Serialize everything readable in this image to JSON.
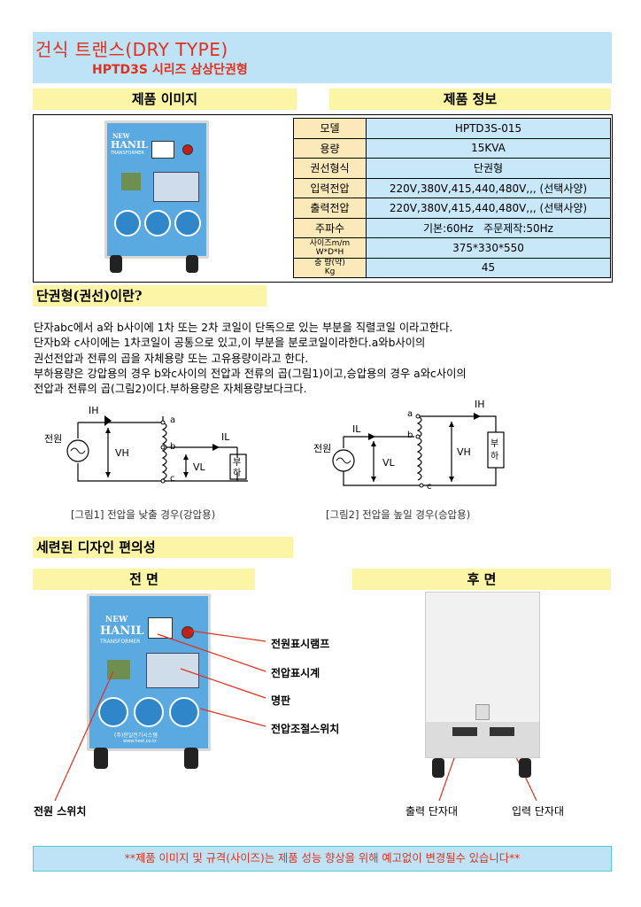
{
  "header": {
    "title": "건식 트랜스(DRY TYPE)",
    "subtitle": "HPTD3S 시리즈 삼상단권형"
  },
  "sections": {
    "image_heading": "제품 이미지",
    "info_heading": "제품 정보",
    "definition_heading": "단권형(권선)이란?",
    "design_heading": "세련된 디자인 편의성",
    "front_heading": "전 면",
    "rear_heading": "후 면"
  },
  "spec_table": [
    {
      "label": "모델",
      "value": "HPTD3S-015"
    },
    {
      "label": "용량",
      "value": "15KVA"
    },
    {
      "label": "권선형식",
      "value": "단권형"
    },
    {
      "label": "입력전압",
      "value": "220V,380V,415,440,480V,,, (선택사양)"
    },
    {
      "label": "출력전압",
      "value": "220V,380V,415,440,480V,,, (선택사양)"
    },
    {
      "label": "주파수",
      "value": "기본:60Hz   주문제작:50Hz"
    },
    {
      "label": "사이즈m/m\nW*D*H",
      "value": "375*330*550"
    },
    {
      "label": "중 량(약)\nKg",
      "value": "45"
    }
  ],
  "definition_text": [
    "단자abc에서 a와 b사이에 1차 또는 2차 코일이 단독으로 있는 부분을 직렬코일 이라고한다.",
    "단자b와 c사이에는 1차코일이 공통으로 있고,이 부분을 분로코일이라한다.a와b사이의",
    "권선전압과 전류의 곱을 자체용량 또는 고유용량이라고 한다.",
    "부하용량은 강압용의 경우 b와c사이의 전압과 전류의 곱(그림1)이고,승압용의 경우 a와c사이의",
    "전압과 전류의 곱(그림2)이다.부하용량은 자체용량보다크다."
  ],
  "circuit1": {
    "source": "전원",
    "ih": "IH",
    "vh": "VH",
    "il": "IL",
    "vl": "VL",
    "a": "a",
    "b": "b",
    "c": "c",
    "load": [
      "부",
      "하"
    ],
    "caption": "[그림1] 전압을 낮출 경우(강압용)"
  },
  "circuit2": {
    "source": "전원",
    "ih": "IH",
    "vh": "VH",
    "il": "IL",
    "vl": "VL",
    "a": "a",
    "b": "b",
    "c": "c",
    "load": [
      "부",
      "하"
    ],
    "caption": "[그림2] 전압을 높일 경우(승압용)"
  },
  "device_panel": {
    "brand_top": "NEW",
    "brand": "HANIL",
    "brand_sub": "TRANSFORMER",
    "company": "(주)한일전기시스템",
    "website": "www.hest.co.kr"
  },
  "front_callouts": [
    "전원표시램프",
    "전압표시계",
    "명판",
    "전압조절스위치",
    "전원 스위치"
  ],
  "rear_callouts": [
    "출력 단자대",
    "입력 단자대"
  ],
  "footer_note": "**제품 이미지 및 규격(사이즈)는 제품 성능 향상을 위해 예고없이 변경될수 있습니다**",
  "colors": {
    "title_band": "#bfe3f6",
    "heading_band": "#fdf5a6",
    "accent_red": "#e0301e",
    "spec_label_bg": "#fbe9b9",
    "spec_value_bg": "#c8e7f8",
    "device_blue": "#5aa9e0"
  }
}
